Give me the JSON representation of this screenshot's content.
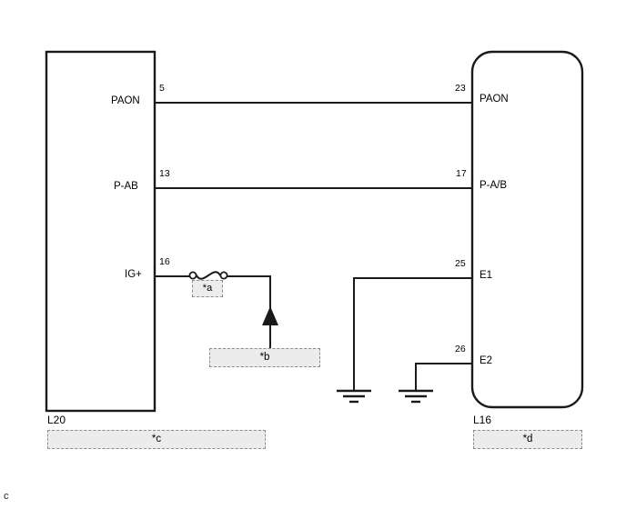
{
  "diagram": {
    "type": "automotive-wiring-diagram",
    "corner_mark": "c",
    "left_connector": {
      "id": "L20",
      "note": "*c",
      "shape": "rectangle",
      "terminals": [
        {
          "name": "PAON",
          "pin": "5"
        },
        {
          "name": "P-AB",
          "pin": "13"
        },
        {
          "name": "IG+",
          "pin": "16"
        }
      ]
    },
    "right_connector": {
      "id": "L16",
      "note": "*d",
      "shape": "rounded-rectangle",
      "terminals": [
        {
          "name": "PAON",
          "pin": "23"
        },
        {
          "name": "P-A/B",
          "pin": "17"
        },
        {
          "name": "E1",
          "pin": "25"
        },
        {
          "name": "E2",
          "pin": "26"
        }
      ]
    },
    "components": [
      {
        "kind": "fusible-link",
        "note": "*a"
      },
      {
        "kind": "power-source-arrow",
        "note": "*b"
      }
    ],
    "grounds": [
      {
        "connected_to": "E1"
      },
      {
        "connected_to": "E2"
      }
    ],
    "colors": {
      "line": "#1a1a1a",
      "note_fill": "#ececec",
      "note_border": "#8c8c8c",
      "background": "#ffffff"
    }
  }
}
